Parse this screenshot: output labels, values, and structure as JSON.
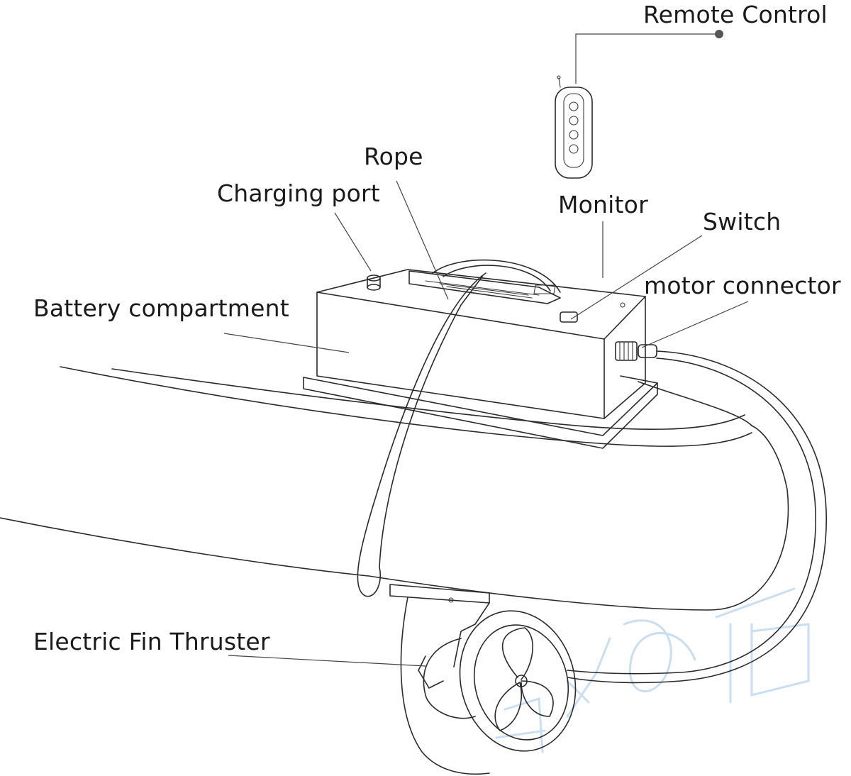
{
  "labels": {
    "remote_control": "Remote Control",
    "rope": "Rope",
    "charging_port": "Charging port",
    "monitor": "Monitor",
    "switch": "Switch",
    "motor_connector": "motor connector",
    "battery_compartment": "Battery compartment",
    "electric_fin_thruster": "Electric Fin Thruster"
  },
  "watermark": "ウシの店"
}
